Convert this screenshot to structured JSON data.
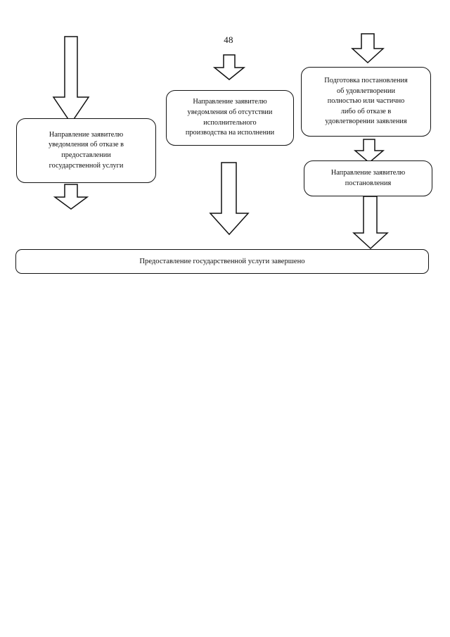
{
  "document": {
    "page_number": "48",
    "language": "ru",
    "type": "flowchart"
  },
  "diagram": {
    "title": "",
    "orientation": "top-to-bottom",
    "colors": {
      "stroke": "#111111",
      "fill": "#ffffff",
      "text": "#101010"
    },
    "nodes": [
      {
        "id": "refusal-notice",
        "column": "left",
        "text": "Направление заявителю\nуведомления об отказе в\nпредоставлении\nгосударственной услуги"
      },
      {
        "id": "no-enforcement-notice",
        "column": "middle",
        "text": "Направление заявителю\nуведомления об отсутствии\nисполнительного\nпроизводства на исполнении"
      },
      {
        "id": "prepare-resolution",
        "column": "right",
        "text": "Подготовка постановления\nоб удовлетворении\nполностью или частично\nлибо об отказе в\nудовлетворении заявления"
      },
      {
        "id": "send-resolution",
        "column": "right",
        "text": "Направление заявителю\nпостановления"
      },
      {
        "id": "service-complete",
        "column": "full-width",
        "text": "Предоставление государственной услуги завершено"
      }
    ],
    "arrows": [
      {
        "id": "arrow-left-in",
        "direction": "down",
        "from": "page-top",
        "to": "refusal-notice"
      },
      {
        "id": "arrow-left-out",
        "direction": "down",
        "from": "refusal-notice",
        "to": "service-complete"
      },
      {
        "id": "arrow-middle-in",
        "direction": "down",
        "from": "page-top",
        "to": "no-enforcement-notice"
      },
      {
        "id": "arrow-middle-out",
        "direction": "down",
        "from": "no-enforcement-notice",
        "to": "service-complete"
      },
      {
        "id": "arrow-right-in",
        "direction": "down",
        "from": "page-top",
        "to": "prepare-resolution"
      },
      {
        "id": "arrow-right-middle",
        "direction": "down",
        "from": "prepare-resolution",
        "to": "send-resolution"
      },
      {
        "id": "arrow-right-out",
        "direction": "down",
        "from": "send-resolution",
        "to": "service-complete"
      }
    ]
  }
}
